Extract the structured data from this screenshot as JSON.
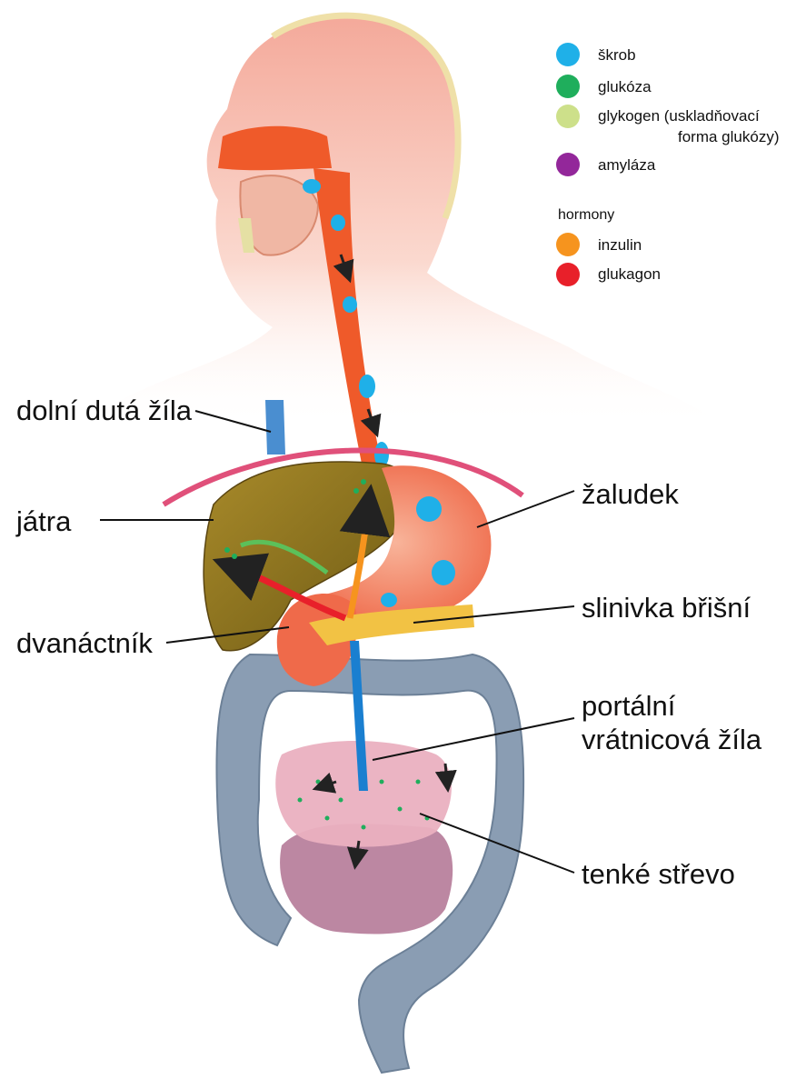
{
  "labels": {
    "vena_cava": "dolní dutá žíla",
    "liver": "játra",
    "stomach": "žaludek",
    "pancreas": "slinivka břišní",
    "duodenum": "dvanáctník",
    "portal_line1": "portální",
    "portal_line2": "vrátnicová žíla",
    "small_intestine": "tenké střevo"
  },
  "legend": {
    "starch": {
      "label": "škrob",
      "color": "#1fb0e8"
    },
    "glucose": {
      "label": "glukóza",
      "color": "#1fae5c"
    },
    "glycogen": {
      "label_line1": "glykogen (uskladňovací",
      "label_line2": "forma glukózy)",
      "color": "#cde08a"
    },
    "amylase": {
      "label": "amyláza",
      "color": "#93279a"
    },
    "hormones_heading": "hormony",
    "insulin": {
      "label": "inzulin",
      "color": "#f6941e"
    },
    "glucagon": {
      "label": "glukagon",
      "color": "#e8202a"
    }
  }
}
